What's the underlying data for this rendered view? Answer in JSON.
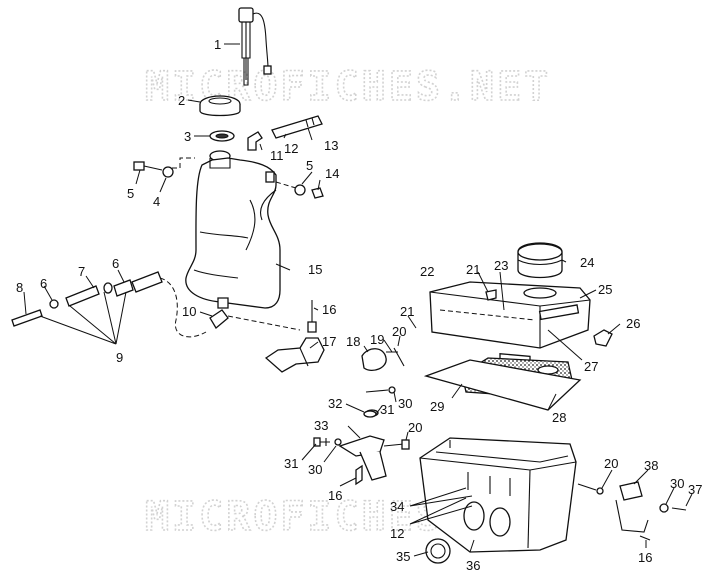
{
  "watermark": "MICROFICHES.NET",
  "callouts": [
    "1",
    "2",
    "3",
    "4",
    "5",
    "6",
    "7",
    "8",
    "9",
    "10",
    "11",
    "12",
    "13",
    "14",
    "15",
    "16",
    "17",
    "18",
    "19",
    "20",
    "21",
    "22",
    "23",
    "24",
    "25",
    "26",
    "27",
    "28",
    "29",
    "30",
    "31",
    "32",
    "33",
    "34",
    "35",
    "36",
    "37",
    "38"
  ]
}
